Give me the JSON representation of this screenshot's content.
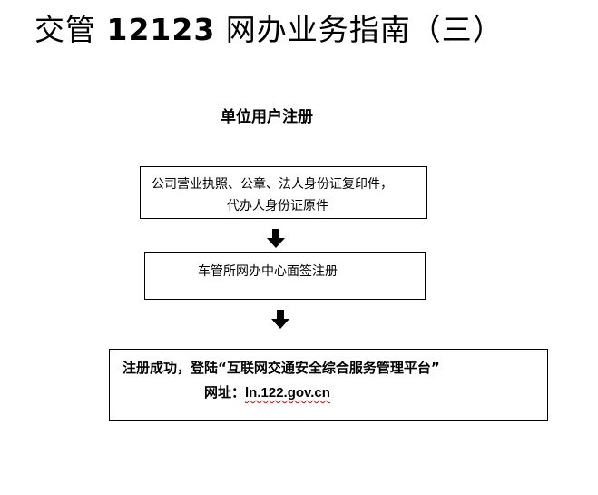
{
  "title": {
    "prefix": "交管 ",
    "number": "12123",
    "suffix": " 网办业务指南（三）"
  },
  "subtitle": "单位用户注册",
  "steps": {
    "step1": {
      "line1": "公司营业执照、公章、法人身份证复印件，",
      "line2": "代办人身份证原件"
    },
    "step2": {
      "line1": "车管所网办中心面签注册"
    },
    "step3": {
      "line1": "注册成功，登陆“互联网交通安全综合服务管理平台”",
      "line2_label": "网址：",
      "line2_url": "ln.122.gov.cn"
    }
  },
  "icons": {
    "arrow1": "arrow-down-icon",
    "arrow2": "arrow-down-icon"
  }
}
